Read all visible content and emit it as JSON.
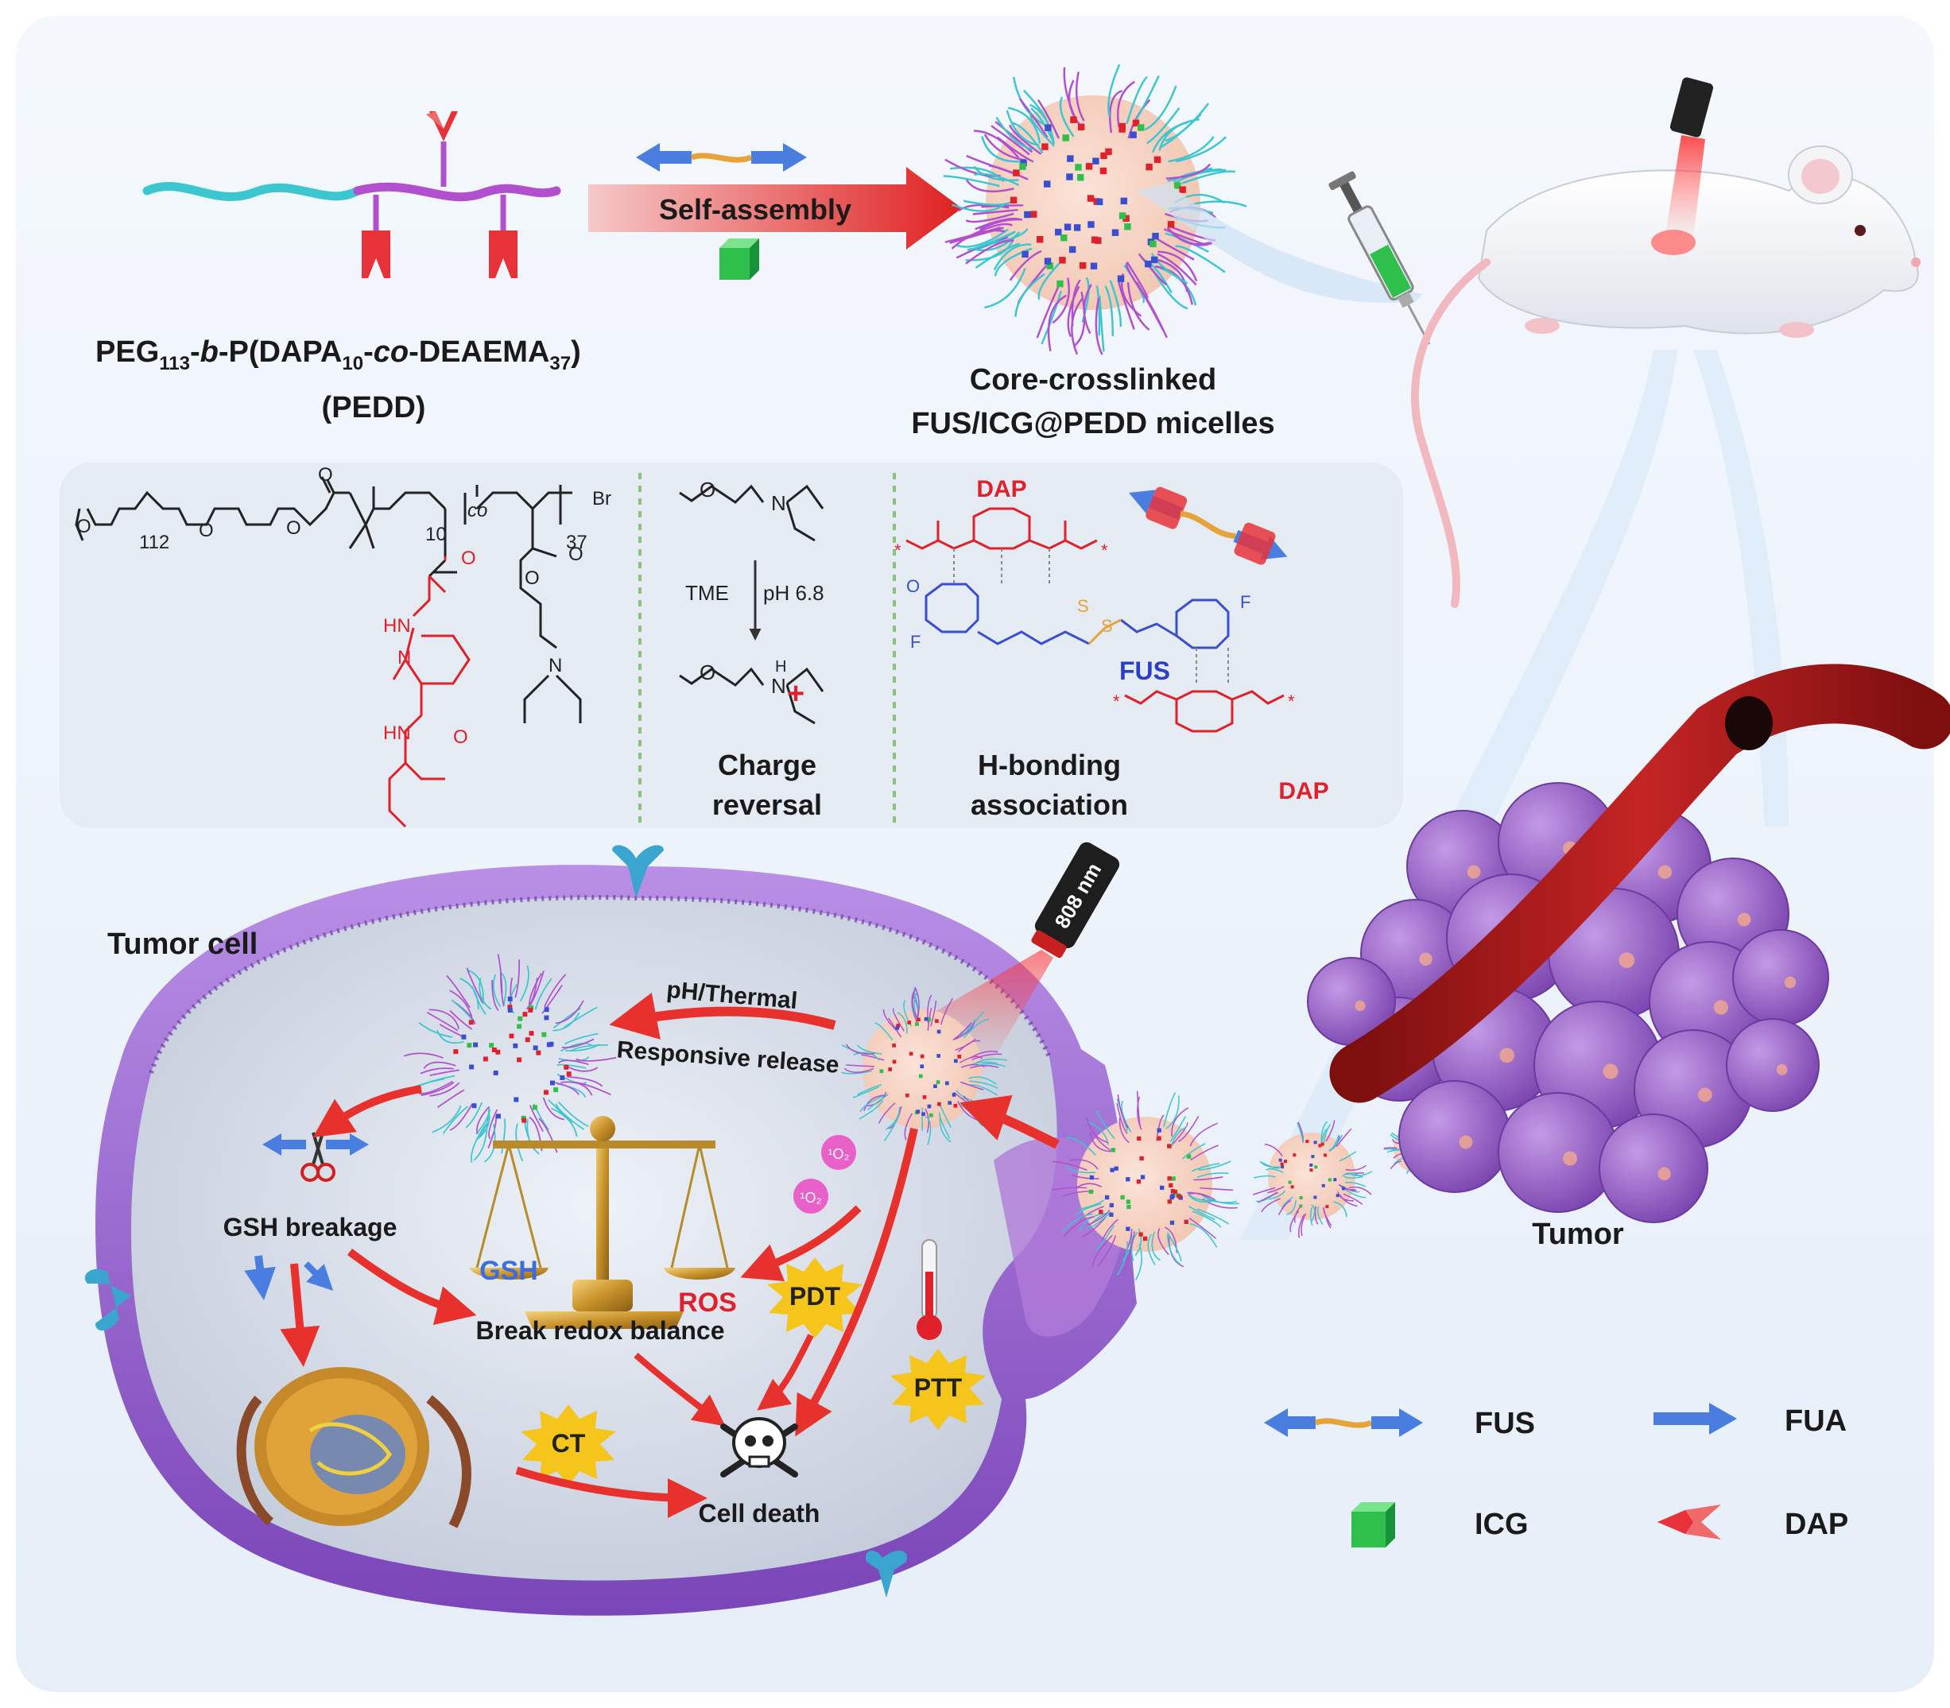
{
  "colors": {
    "peg_chain": "#3cc6cf",
    "dap_chain": "#b24fcf",
    "dap_red": "#e0202a",
    "fus_blue": "#3a4fcf",
    "icg_green": "#2ec04a",
    "tumor_purple": "#9a63c4",
    "membrane_purple": "#9b6ad0",
    "vessel_red": "#a01818",
    "arrow_red": "#e8302c",
    "burst_yellow": "#f5c51c",
    "panel_bg": "#e4ebf3"
  },
  "top": {
    "self_assembly": "Self-assembly",
    "polymer_name": {
      "p1": "PEG",
      "s1": "113",
      "p2": "-",
      "p3": "b",
      "p4": "-P(DAPA",
      "s2": "10",
      "p5": "-",
      "p6": "co",
      "p7": "-DEAEMA",
      "s3": "37",
      "p8": ")"
    },
    "polymer_abbr": "(PEDD)",
    "micelle_title_1": "Core-crosslinked",
    "micelle_title_2": "FUS/ICG@PEDD micelles"
  },
  "chem_panel": {
    "peg_repeat": "112",
    "dapa_repeat": "10",
    "deaema_repeat": "37",
    "co": "co",
    "br": "Br",
    "o": "O",
    "n": "N",
    "hn": "HN",
    "h": "H",
    "f": "F",
    "s": "S",
    "plus": "+",
    "star": "*",
    "tme": "TME",
    "ph": "pH 6.8",
    "charge_1": "Charge",
    "charge_2": "reversal",
    "dap_top": "DAP",
    "dap_bottom": "DAP",
    "fus": "FUS",
    "hbond_1": "H-bonding",
    "hbond_2": "association"
  },
  "cell": {
    "tumor_cell": "Tumor cell",
    "laser": "808 nm",
    "ph_thermal": "pH/Thermal",
    "responsive": "Responsive release",
    "gsh_breakage": "GSH breakage",
    "gsh": "GSH",
    "ros": "ROS",
    "break_redox": "Break redox balance",
    "singlet_1": "¹O₂",
    "singlet_2": "¹O₂",
    "pdt": "PDT",
    "ptt": "PTT",
    "ct": "CT",
    "cell_death": "Cell death"
  },
  "tumor": {
    "label": "Tumor"
  },
  "legend": [
    {
      "icon": "fus-arrow-icon",
      "label": "FUS"
    },
    {
      "icon": "fua-arrow-icon",
      "label": "FUA"
    },
    {
      "icon": "icg-cube-icon",
      "label": "ICG"
    },
    {
      "icon": "dap-unit-icon",
      "label": "DAP"
    }
  ]
}
